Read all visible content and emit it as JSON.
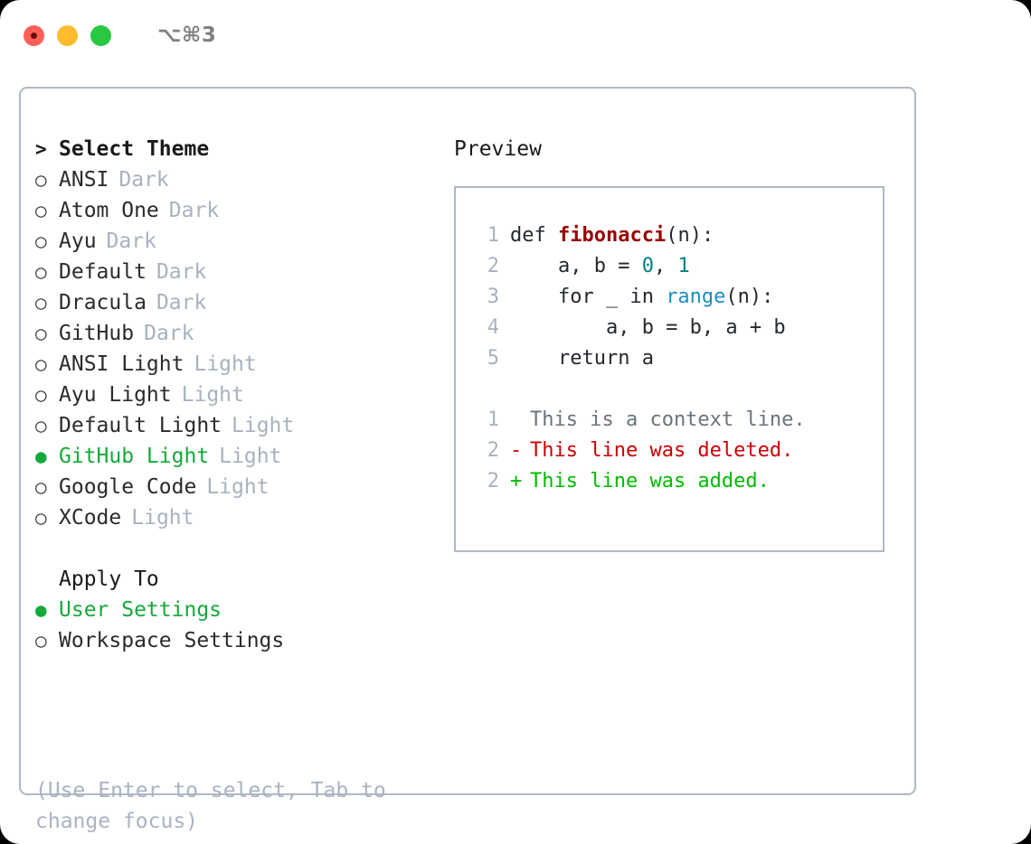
{
  "titlebar": {
    "shortcut": "⌥⌘3",
    "dots": [
      "close-dot",
      "minimize-dot",
      "maximize-dot"
    ]
  },
  "theme_picker": {
    "header": "Select Theme",
    "header_caret": ">",
    "marker_selected": "●",
    "marker_unselected": "○",
    "items": [
      {
        "name": "ANSI",
        "tag": "Dark",
        "selected": false
      },
      {
        "name": "Atom One",
        "tag": "Dark",
        "selected": false
      },
      {
        "name": "Ayu",
        "tag": "Dark",
        "selected": false
      },
      {
        "name": "Default",
        "tag": "Dark",
        "selected": false
      },
      {
        "name": "Dracula",
        "tag": "Dark",
        "selected": false
      },
      {
        "name": "GitHub",
        "tag": "Dark",
        "selected": false
      },
      {
        "name": "ANSI Light",
        "tag": "Light",
        "selected": false
      },
      {
        "name": "Ayu Light",
        "tag": "Light",
        "selected": false
      },
      {
        "name": "Default Light",
        "tag": "Light",
        "selected": false
      },
      {
        "name": "GitHub Light",
        "tag": "Light",
        "selected": true
      },
      {
        "name": "Google Code",
        "tag": "Light",
        "selected": false
      },
      {
        "name": "XCode",
        "tag": "Light",
        "selected": false
      }
    ]
  },
  "apply_to": {
    "header": "Apply To",
    "options": [
      {
        "name": "User Settings",
        "selected": true
      },
      {
        "name": "Workspace Settings",
        "selected": false
      }
    ]
  },
  "hint": "(Use Enter to select, Tab to change focus)",
  "preview": {
    "title": "Preview",
    "code_lines": [
      {
        "no": "1",
        "parts": [
          {
            "t": "def ",
            "c": "plain"
          },
          {
            "t": "fibonacci",
            "c": "fn"
          },
          {
            "t": "(n):",
            "c": "plain"
          }
        ]
      },
      {
        "no": "2",
        "parts": [
          {
            "t": "    a, b = ",
            "c": "plain"
          },
          {
            "t": "0",
            "c": "num"
          },
          {
            "t": ", ",
            "c": "plain"
          },
          {
            "t": "1",
            "c": "num"
          }
        ]
      },
      {
        "no": "3",
        "parts": [
          {
            "t": "    for _ in ",
            "c": "plain"
          },
          {
            "t": "range",
            "c": "builtin"
          },
          {
            "t": "(n):",
            "c": "plain"
          }
        ]
      },
      {
        "no": "4",
        "parts": [
          {
            "t": "        a, b = b, a + b",
            "c": "plain"
          }
        ]
      },
      {
        "no": "5",
        "parts": [
          {
            "t": "    return a",
            "c": "plain"
          }
        ]
      }
    ],
    "diff_lines": [
      {
        "no": "1",
        "sign": " ",
        "text": "This is a context line.",
        "kind": "context"
      },
      {
        "no": "2",
        "sign": "-",
        "text": "This line was deleted.",
        "kind": "del"
      },
      {
        "no": "2",
        "sign": "+",
        "text": "This line was added.",
        "kind": "add"
      }
    ]
  },
  "colors": {
    "accent_green": "#16a83a",
    "diff_add": "#00bb00",
    "diff_del": "#cc0000",
    "border": "#b0b8c4",
    "muted": "#a8b2c0",
    "fn": "#990000",
    "num": "#008080",
    "builtin": "#1a8fc0"
  }
}
